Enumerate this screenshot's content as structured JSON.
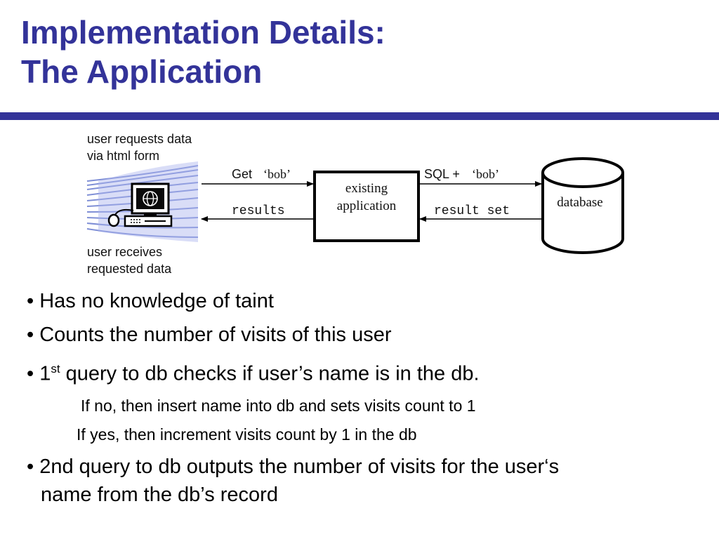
{
  "title": {
    "line1": "Implementation Details:",
    "line2": "The Application"
  },
  "diagram": {
    "user_request_line1": "user requests data",
    "user_request_line2": "via html form",
    "user_receive_line1": "user receives",
    "user_receive_line2": "requested data",
    "get_label": "Get",
    "bob_literal": "‘bob’",
    "sql_label": "SQL +",
    "results_label": "results",
    "result_set_label": "result set",
    "app_line1": "existing",
    "app_line2": "application",
    "database_label": "database"
  },
  "bullets": {
    "b1": "•  Has no knowledge of taint",
    "b2": "•  Counts the number of visits of this user",
    "b3_prefix": "• 1",
    "b3_sup": "st",
    "b3_rest": " query to db checks if user’s name is in the db.",
    "b3_sub1": "If no, then insert name into db and sets visits count to 1",
    "b3_sub2": "If yes, then increment visits count by 1 in the db",
    "b4_line1": "• 2nd query to db  outputs the number of visits for the user‘s",
    "b4_line2": "name from the db’s record"
  },
  "colors": {
    "title": "#333399",
    "rule": "#333399",
    "swoosh": "#7f8fd6"
  },
  "icons": [
    "computer-terminal-icon",
    "globe-icon",
    "mouse-icon",
    "keyboard-icon",
    "database-cylinder-icon"
  ]
}
